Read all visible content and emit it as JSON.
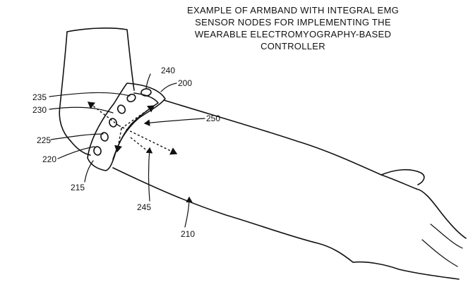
{
  "title": {
    "lines": [
      "EXAMPLE OF ARMBAND WITH INTEGRAL EMG",
      "SENSOR NODES FOR IMPLEMENTING THE",
      "WEARABLE ELECTROMYOGRAPHY-BASED",
      "CONTROLLER"
    ]
  },
  "labels": {
    "l240": "240",
    "l200": "200",
    "l235": "235",
    "l230": "230",
    "l250": "250",
    "l225": "225",
    "l220": "220",
    "l215": "215",
    "l245": "245",
    "l210": "210"
  }
}
